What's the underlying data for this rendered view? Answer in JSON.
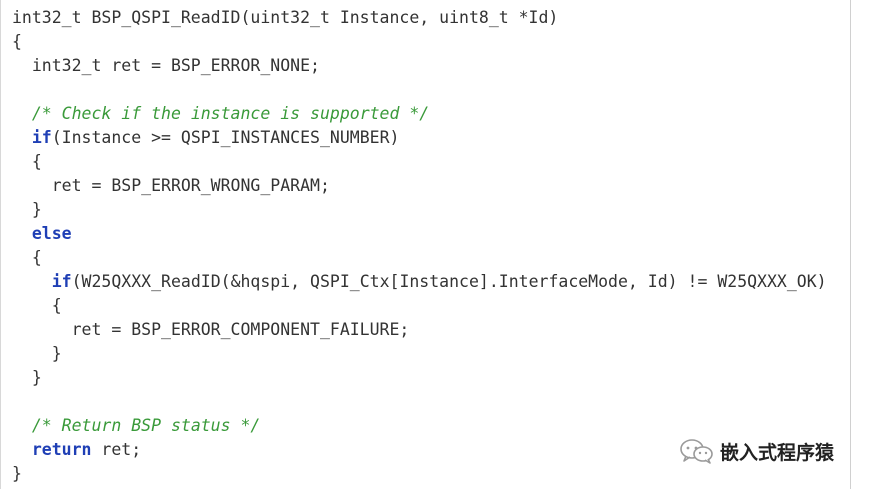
{
  "code": {
    "lines": [
      [
        {
          "t": "int32_t BSP_QSPI_ReadID(uint32_t Instance, uint8_t *Id)",
          "c": "tx"
        }
      ],
      [
        {
          "t": "{",
          "c": "tx"
        }
      ],
      [
        {
          "t": "  int32_t ret = BSP_ERROR_NONE;",
          "c": "tx"
        }
      ],
      [
        {
          "t": "",
          "c": "tx"
        }
      ],
      [
        {
          "t": "  ",
          "c": "tx"
        },
        {
          "t": "/* Check if the instance is supported */",
          "c": "cm"
        }
      ],
      [
        {
          "t": "  ",
          "c": "tx"
        },
        {
          "t": "if",
          "c": "kw"
        },
        {
          "t": "(Instance >= QSPI_INSTANCES_NUMBER)",
          "c": "tx"
        }
      ],
      [
        {
          "t": "  {",
          "c": "tx"
        }
      ],
      [
        {
          "t": "    ret = BSP_ERROR_WRONG_PARAM;",
          "c": "tx"
        }
      ],
      [
        {
          "t": "  }",
          "c": "tx"
        }
      ],
      [
        {
          "t": "  ",
          "c": "tx"
        },
        {
          "t": "else",
          "c": "kw"
        }
      ],
      [
        {
          "t": "  {",
          "c": "tx"
        }
      ],
      [
        {
          "t": "    ",
          "c": "tx"
        },
        {
          "t": "if",
          "c": "kw"
        },
        {
          "t": "(W25QXXX_ReadID(&hqspi, QSPI_Ctx[Instance].InterfaceMode, Id) != W25QXXX_OK)",
          "c": "tx"
        }
      ],
      [
        {
          "t": "    {",
          "c": "tx"
        }
      ],
      [
        {
          "t": "      ret = BSP_ERROR_COMPONENT_FAILURE;",
          "c": "tx"
        }
      ],
      [
        {
          "t": "    }",
          "c": "tx"
        }
      ],
      [
        {
          "t": "  }",
          "c": "tx"
        }
      ],
      [
        {
          "t": "",
          "c": "tx"
        }
      ],
      [
        {
          "t": "  ",
          "c": "tx"
        },
        {
          "t": "/* Return BSP status */",
          "c": "cm"
        }
      ],
      [
        {
          "t": "  ",
          "c": "tx"
        },
        {
          "t": "return",
          "c": "kw"
        },
        {
          "t": " ret;",
          "c": "tx"
        }
      ],
      [
        {
          "t": "}",
          "c": "tx"
        }
      ]
    ]
  },
  "watermark": {
    "icon": "wechat-icon",
    "text": "嵌入式程序猿"
  },
  "colors": {
    "keyword": "#1f3fb5",
    "comment": "#3a9a3a",
    "text": "#333333",
    "background": "#ffffff"
  }
}
